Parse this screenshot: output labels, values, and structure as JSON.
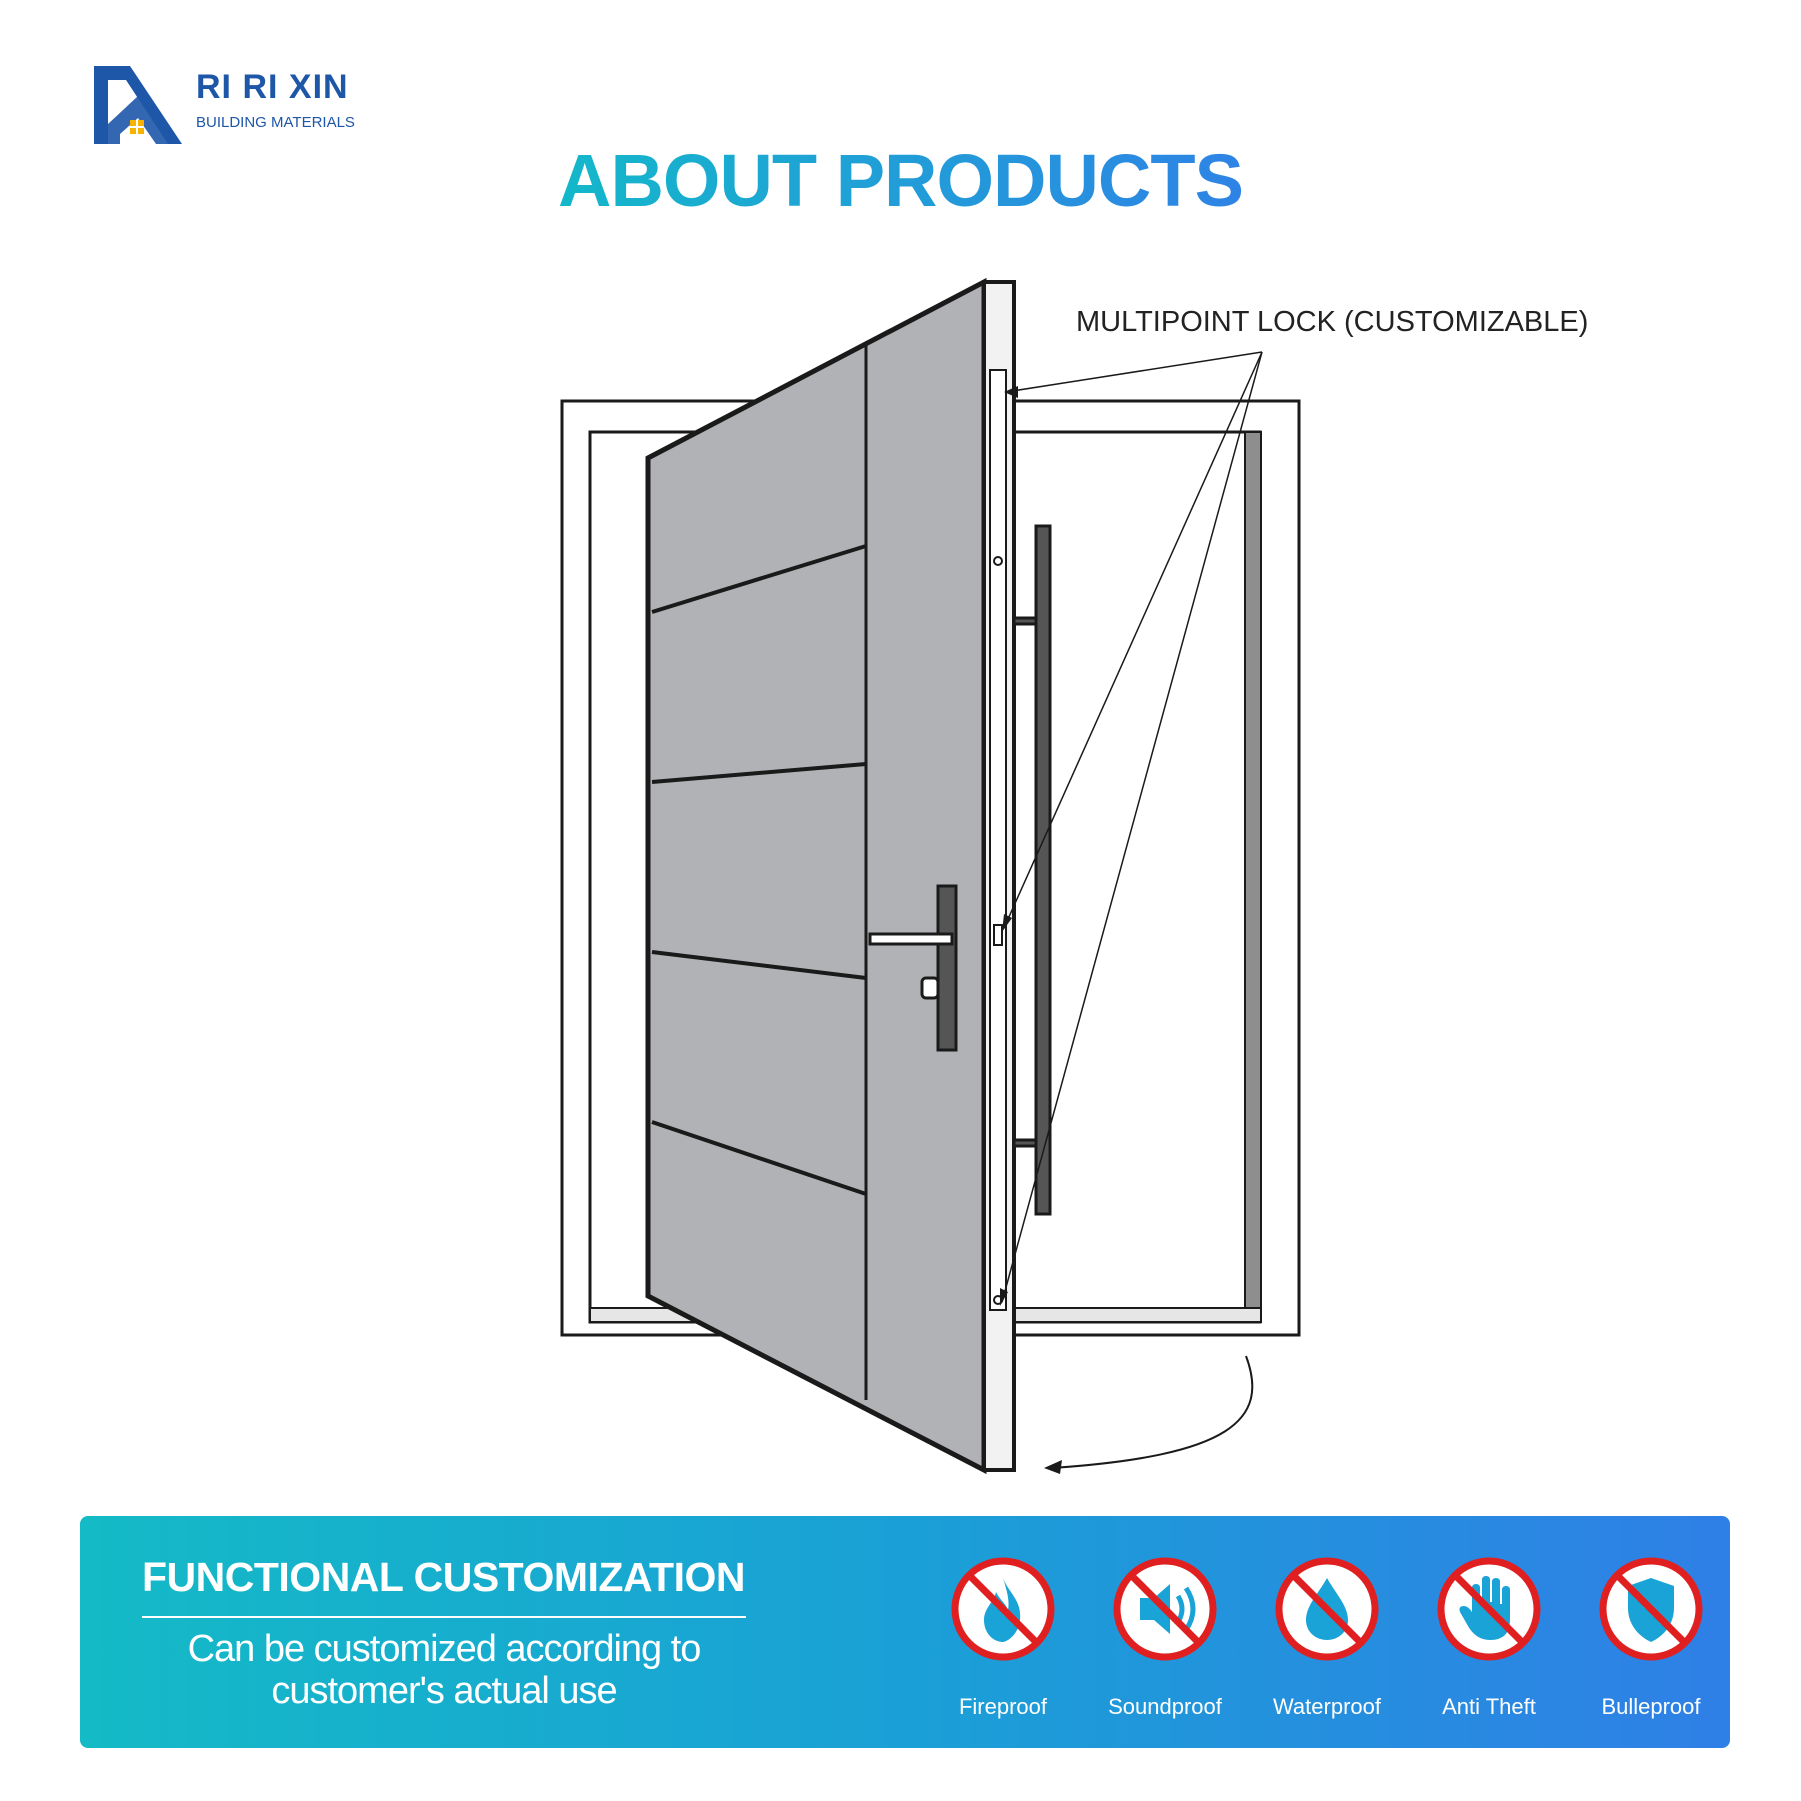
{
  "brand": {
    "name": "RI RI XIN",
    "subtitle": "BUILDING MATERIALS",
    "logo_icon": "house-roof-logo-icon",
    "primary_color": "#1e56a8",
    "accent_color": "#f5b400"
  },
  "page": {
    "title": "ABOUT PRODUCTS",
    "title_gradient": [
      "#13b9c9",
      "#2f82e6"
    ]
  },
  "illustration": {
    "callout": "MULTIPOINT LOCK (CUSTOMIZABLE)",
    "door_panel_color": "#b0b2b5",
    "outline_color": "#1a1a1a"
  },
  "banner": {
    "title": "FUNCTIONAL CUSTOMIZATION",
    "description": "Can be customized according to customer's actual use",
    "gradient": [
      "#14bac6",
      "#2f7fe6"
    ],
    "prohibit_color": "#e02020",
    "features": [
      {
        "icon": "flame-icon",
        "label": "Fireproof"
      },
      {
        "icon": "speaker-icon",
        "label": "Soundproof"
      },
      {
        "icon": "water-drop-icon",
        "label": "Waterproof"
      },
      {
        "icon": "hand-icon",
        "label": "Anti Theft"
      },
      {
        "icon": "shield-icon",
        "label": "Bulleproof"
      }
    ]
  }
}
